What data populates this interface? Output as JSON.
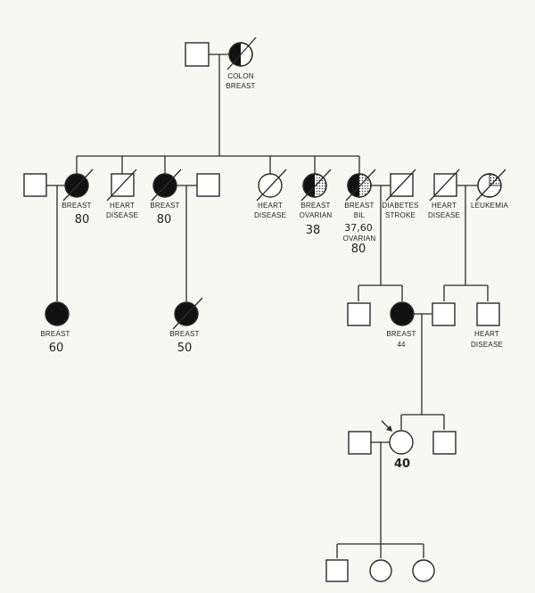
{
  "pedigree": {
    "generation1": {
      "grandfather": {
        "affected": false,
        "deceased": false
      },
      "grandmother": {
        "affected": "half",
        "deceased": true,
        "labels": [
          "COLON",
          "BREAST"
        ]
      }
    },
    "generation2": [
      {
        "name": "husband-of-aunt1",
        "sex": "male",
        "affected": false,
        "deceased": false,
        "labels": []
      },
      {
        "name": "aunt1",
        "sex": "female",
        "affected": true,
        "deceased": true,
        "labels": [
          "BREAST"
        ],
        "age": "80"
      },
      {
        "name": "uncle1",
        "sex": "male",
        "affected": false,
        "deceased": true,
        "labels": [
          "HEART",
          "DISEASE"
        ]
      },
      {
        "name": "aunt2",
        "sex": "female",
        "affected": true,
        "deceased": true,
        "labels": [
          "BREAST"
        ],
        "age": "80"
      },
      {
        "name": "husband-of-aunt2",
        "sex": "male",
        "affected": false,
        "deceased": false,
        "labels": []
      },
      {
        "name": "aunt3",
        "sex": "female",
        "affected": false,
        "deceased": true,
        "labels": [
          "HEART",
          "DISEASE"
        ]
      },
      {
        "name": "aunt4",
        "sex": "female",
        "affected": "breast-ovarian",
        "deceased": true,
        "labels": [
          "BREAST",
          "OVARIAN"
        ],
        "age": "38"
      },
      {
        "name": "grandmother-maternal",
        "sex": "female",
        "affected": "breast-ovarian",
        "deceased": true,
        "labels": [
          "BREAST",
          "BIL"
        ],
        "age": "37,60",
        "extra_labels": [
          "OVARIAN"
        ],
        "extra_age": "80"
      },
      {
        "name": "grandfather-maternal",
        "sex": "male",
        "affected": false,
        "deceased": true,
        "labels": [
          "DIABETES",
          "STROKE"
        ]
      },
      {
        "name": "grandfather-paternal",
        "sex": "male",
        "affected": false,
        "deceased": true,
        "labels": [
          "HEART",
          "DISEASE"
        ]
      },
      {
        "name": "grandmother-paternal",
        "sex": "female",
        "affected": "leukemia",
        "deceased": true,
        "labels": [
          "LEUKEMIA"
        ]
      }
    ],
    "generation3": [
      {
        "name": "cousin1",
        "sex": "female",
        "affected": true,
        "deceased": false,
        "labels": [
          "BREAST"
        ],
        "age": "60"
      },
      {
        "name": "cousin2",
        "sex": "female",
        "affected": true,
        "deceased": true,
        "labels": [
          "BREAST"
        ],
        "age": "50"
      },
      {
        "name": "maternal-uncle",
        "sex": "male",
        "affected": false,
        "deceased": false,
        "labels": []
      },
      {
        "name": "mother",
        "sex": "female",
        "affected": true,
        "deceased": false,
        "labels": [
          "BREAST"
        ],
        "age": "44"
      },
      {
        "name": "father",
        "sex": "male",
        "affected": false,
        "deceased": false,
        "labels": []
      },
      {
        "name": "paternal-uncle",
        "sex": "male",
        "affected": false,
        "deceased": false,
        "labels": [
          "HEART",
          "DISEASE"
        ]
      }
    ],
    "generation4": {
      "spouse": {
        "sex": "male",
        "affected": false
      },
      "proband": {
        "sex": "female",
        "affected": false,
        "age": "40",
        "is_proband": true
      },
      "brother": {
        "sex": "male",
        "affected": false
      }
    },
    "generation5": [
      {
        "sex": "male",
        "affected": false
      },
      {
        "sex": "female",
        "affected": false
      },
      {
        "sex": "female",
        "affected": false
      }
    ]
  }
}
